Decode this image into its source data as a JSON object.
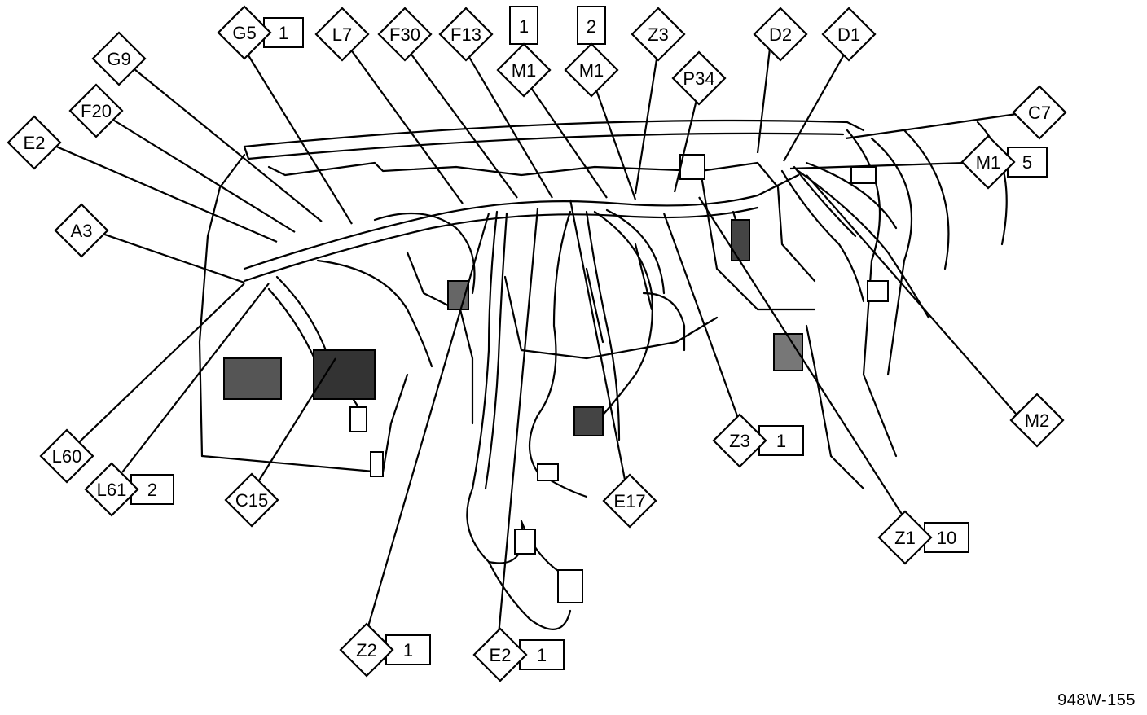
{
  "figure_id": "948W-155",
  "callouts": [
    {
      "id": "G5",
      "count": "1"
    },
    {
      "id": "L7"
    },
    {
      "id": "F30"
    },
    {
      "id": "F13"
    },
    {
      "id": "M1",
      "count": "1"
    },
    {
      "id": "M1",
      "count": "2"
    },
    {
      "id": "Z3"
    },
    {
      "id": "D2"
    },
    {
      "id": "D1"
    },
    {
      "id": "G9"
    },
    {
      "id": "P34"
    },
    {
      "id": "F20"
    },
    {
      "id": "C7"
    },
    {
      "id": "E2"
    },
    {
      "id": "M1",
      "count": "5"
    },
    {
      "id": "A3"
    },
    {
      "id": "M2"
    },
    {
      "id": "Z3",
      "count": "1"
    },
    {
      "id": "L60"
    },
    {
      "id": "L61",
      "count": "2"
    },
    {
      "id": "C15"
    },
    {
      "id": "E17"
    },
    {
      "id": "Z1",
      "count": "10"
    },
    {
      "id": "Z2",
      "count": "1"
    },
    {
      "id": "E2",
      "count": "1"
    }
  ]
}
